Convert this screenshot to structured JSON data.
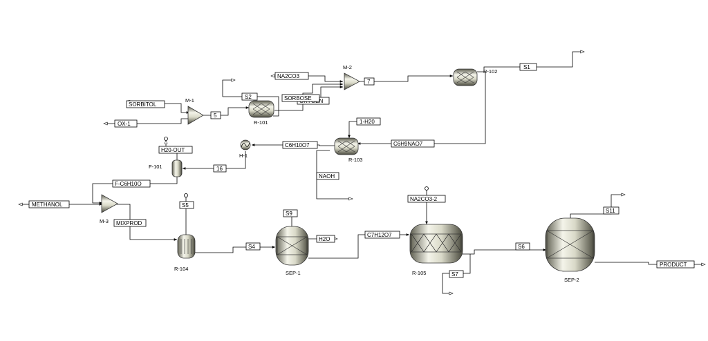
{
  "streams": {
    "sorbitol": "SORBITOL",
    "ox1": "OX-1",
    "s5": "5",
    "s2": "S2",
    "na2co3": "NA2CO3",
    "sorbose": "SORBOSE",
    "oxygen": "OXYGEN",
    "s7a": "7",
    "s1": "S1",
    "h20_1": "1-H20",
    "c6h10o7": "C6H10O7",
    "c6h9nao7": "C6H9NAO7",
    "h20out": "H20-OUT",
    "s16": "16",
    "naoh": "NAOH",
    "fc6h10o": "F-C6H10O",
    "methanol": "METHANOL",
    "mixprod": "MIXPROD",
    "s5b": "S5",
    "s4": "S4",
    "s9": "S9",
    "h2o": "H2O",
    "c7h12o7": "C7H12O7",
    "na2co3_2": "NA2CO3-2",
    "s6": "S6",
    "s7": "S7",
    "s11": "S11",
    "product": "PRODUCT"
  },
  "equipment": {
    "m1": "M-1",
    "m2": "M-2",
    "m3": "M-3",
    "r101": "R-101",
    "r102": "R-102",
    "r103": "R-103",
    "r104": "R-104",
    "r105": "R-105",
    "h1": "H-1",
    "f101": "F-101",
    "sep1": "SEP-1",
    "sep2": "SEP-2"
  },
  "colors": {
    "vessel_light": "#f2f2e6",
    "vessel_dark": "#5e5e50",
    "line": "#000000"
  }
}
